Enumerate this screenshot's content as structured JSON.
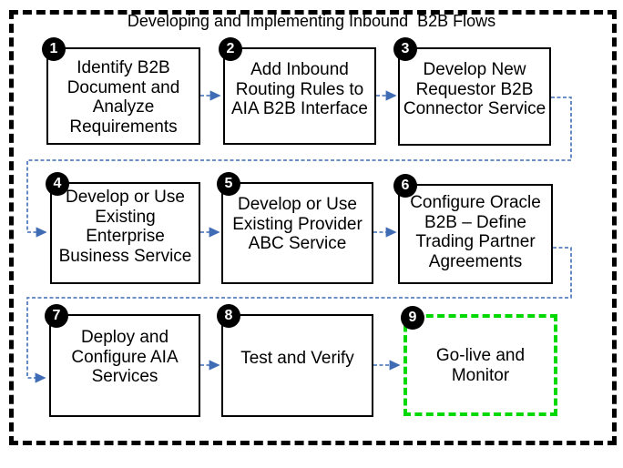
{
  "diagram": {
    "title": "Developing and Implementing Inbound  B2B Flows",
    "colors": {
      "connector": "#3f6cb5",
      "golive_border": "#00d900",
      "badge_background": "#000000",
      "box_border": "#000000"
    },
    "steps": [
      {
        "num": "1",
        "label": "Identify B2B\nDocument and\nAnalyze\nRequirements"
      },
      {
        "num": "2",
        "label": "Add Inbound\nRouting Rules to\nAIA B2B Interface"
      },
      {
        "num": "3",
        "label": "Develop New\nRequestor B2B\nConnector Service"
      },
      {
        "num": "4",
        "label": "Develop or Use\nExisting\nEnterprise\nBusiness Service"
      },
      {
        "num": "5",
        "label": "Develop or Use\nExisting Provider\nABC Service"
      },
      {
        "num": "6",
        "label": "Configure Oracle\nB2B – Define\nTrading Partner\nAgreements"
      },
      {
        "num": "7",
        "label": "Deploy and\nConfigure AIA\nServices"
      },
      {
        "num": "8",
        "label": "Test and Verify"
      },
      {
        "num": "9",
        "label": "Go-live and\nMonitor"
      }
    ]
  }
}
